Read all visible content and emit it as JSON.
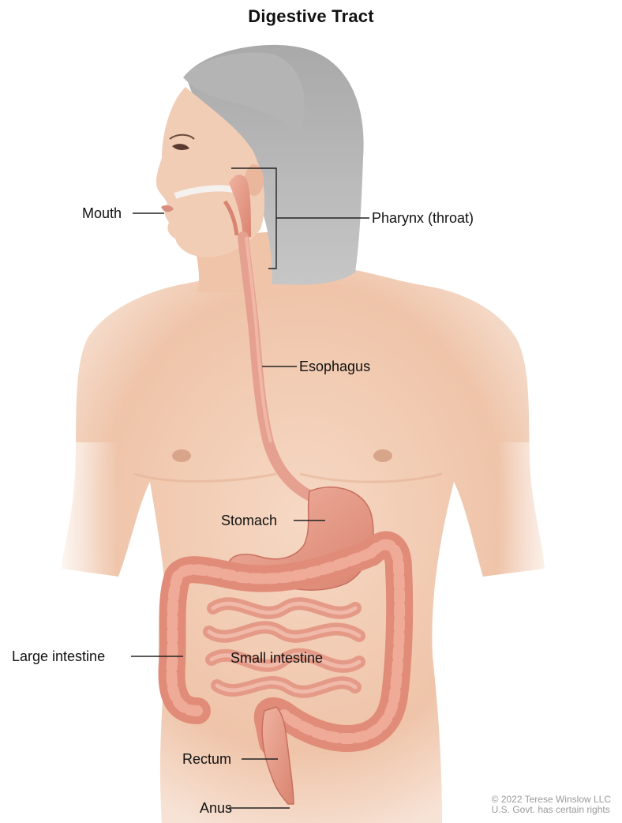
{
  "title": "Digestive Tract",
  "labels": {
    "mouth": "Mouth",
    "pharynx": "Pharynx (throat)",
    "esophagus": "Esophagus",
    "stomach": "Stomach",
    "large_intestine": "Large intestine",
    "small_intestine": "Small intestine",
    "rectum": "Rectum",
    "anus": "Anus"
  },
  "credit": {
    "line1": "© 2022 Terese Winslow LLC",
    "line2": "U.S. Govt. has certain rights"
  },
  "colors": {
    "skin": "#f1c9b0",
    "skin_shadow": "#e2ad92",
    "hair": "#b9b9b9",
    "organ": "#e79a86",
    "organ_dark": "#c8705f",
    "leader": "#222222"
  }
}
